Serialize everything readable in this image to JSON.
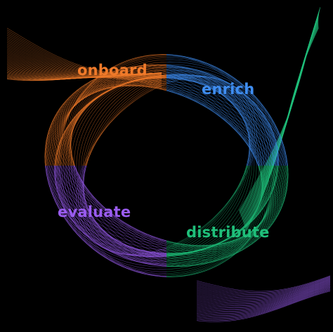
{
  "stages": [
    {
      "key": "onboard",
      "label": "onboard",
      "color": "#f07a2a"
    },
    {
      "key": "enrich",
      "label": "enrich",
      "color": "#3f8ef2"
    },
    {
      "key": "evaluate",
      "label": "evaluate",
      "color": "#9a5cf0"
    },
    {
      "key": "distribute",
      "label": "distribute",
      "color": "#1fbf7a"
    }
  ],
  "background": "#000000"
}
